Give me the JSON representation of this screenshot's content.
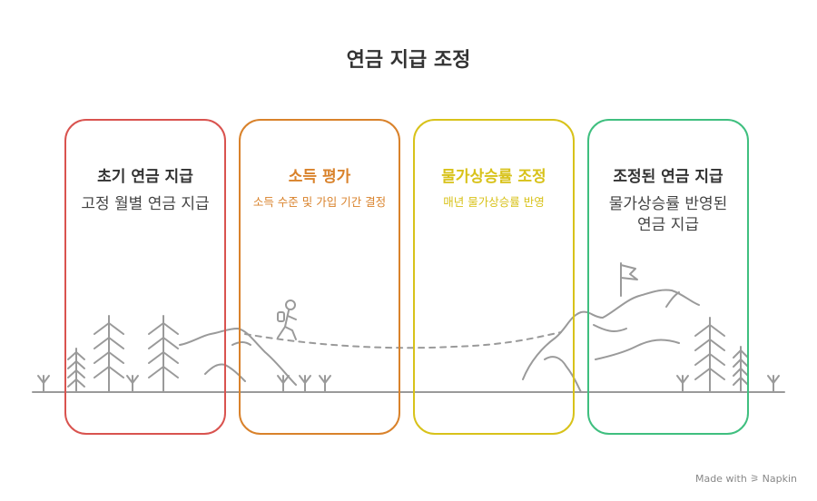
{
  "title": "연금 지급 조정",
  "steps": [
    {
      "heading": "초기 연금 지급",
      "desc": "고정 월별 연금 지급",
      "color": "#d9534f"
    },
    {
      "heading": "소득 평가",
      "desc": "소득 수준 및 가입 기간 결정",
      "color": "#d9822b"
    },
    {
      "heading": "물가상승률 조정",
      "desc": "매년 물가상승률 반영",
      "color": "#d8c21a"
    },
    {
      "heading": "조정된 연금 지급",
      "desc": "물가상승률 반영된 연금 지급",
      "color": "#3fbf7f"
    }
  ],
  "heading_colors": [
    "#333333",
    "#d9822b",
    "#d8c21a",
    "#333333"
  ],
  "credit": "Made with ⚞ Napkin",
  "icons": [
    "tree-icon",
    "hiker-icon",
    "flag-icon",
    "mountain-icon"
  ]
}
